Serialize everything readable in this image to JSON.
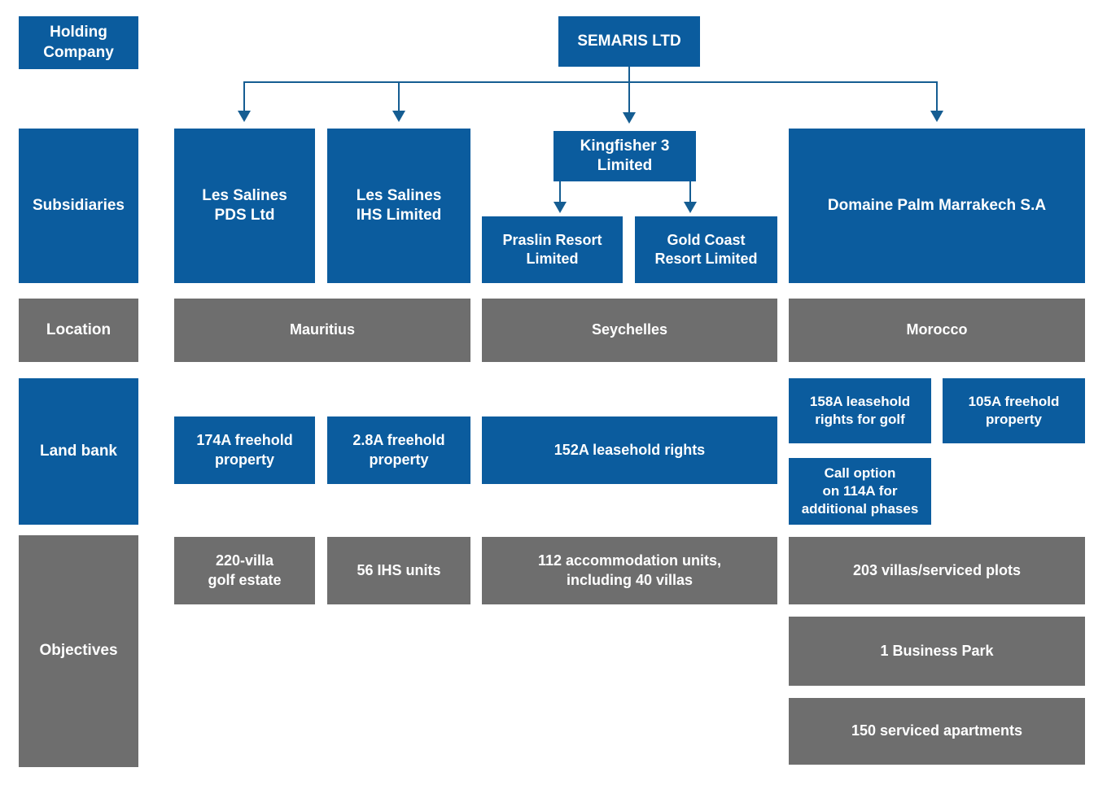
{
  "diagram": {
    "title": "Semaris Ltd group structure",
    "colors": {
      "blue": "#0B5C9E",
      "gray": "#6E6E6E",
      "connector": "#155D92",
      "text": "#FFFFFF",
      "background": "#FFFFFF"
    }
  },
  "row_labels": {
    "holding_company": "Holding\nCompany",
    "subsidiaries": "Subsidiaries",
    "location": "Location",
    "land_bank": "Land bank",
    "objectives": "Objectives"
  },
  "holding": {
    "name": "SEMARIS LTD"
  },
  "subsidiaries": [
    {
      "name": "Les Salines\nPDS Ltd"
    },
    {
      "name": "Les Salines\nIHS Limited"
    },
    {
      "name": "Kingfisher 3\nLimited"
    },
    {
      "name": "Praslin Resort\nLimited"
    },
    {
      "name": "Gold Coast\nResort Limited"
    },
    {
      "name": "Domaine Palm Marrakech S.A"
    }
  ],
  "locations": [
    {
      "name": "Mauritius"
    },
    {
      "name": "Seychelles"
    },
    {
      "name": "Morocco"
    }
  ],
  "land_bank": [
    {
      "text": "174A freehold\nproperty"
    },
    {
      "text": "2.8A freehold\nproperty"
    },
    {
      "text": "152A leasehold rights"
    },
    {
      "text": "158A leasehold\nrights for golf"
    },
    {
      "text": "105A freehold\nproperty"
    },
    {
      "text": "Call option\non 114A for\nadditional phases"
    }
  ],
  "objectives": [
    {
      "text": "220-villa\ngolf estate"
    },
    {
      "text": "56 IHS units"
    },
    {
      "text": "112 accommodation units,\nincluding 40 villas"
    },
    {
      "text": "203 villas/serviced plots"
    },
    {
      "text": "1 Business Park"
    },
    {
      "text": "150 serviced apartments"
    }
  ]
}
